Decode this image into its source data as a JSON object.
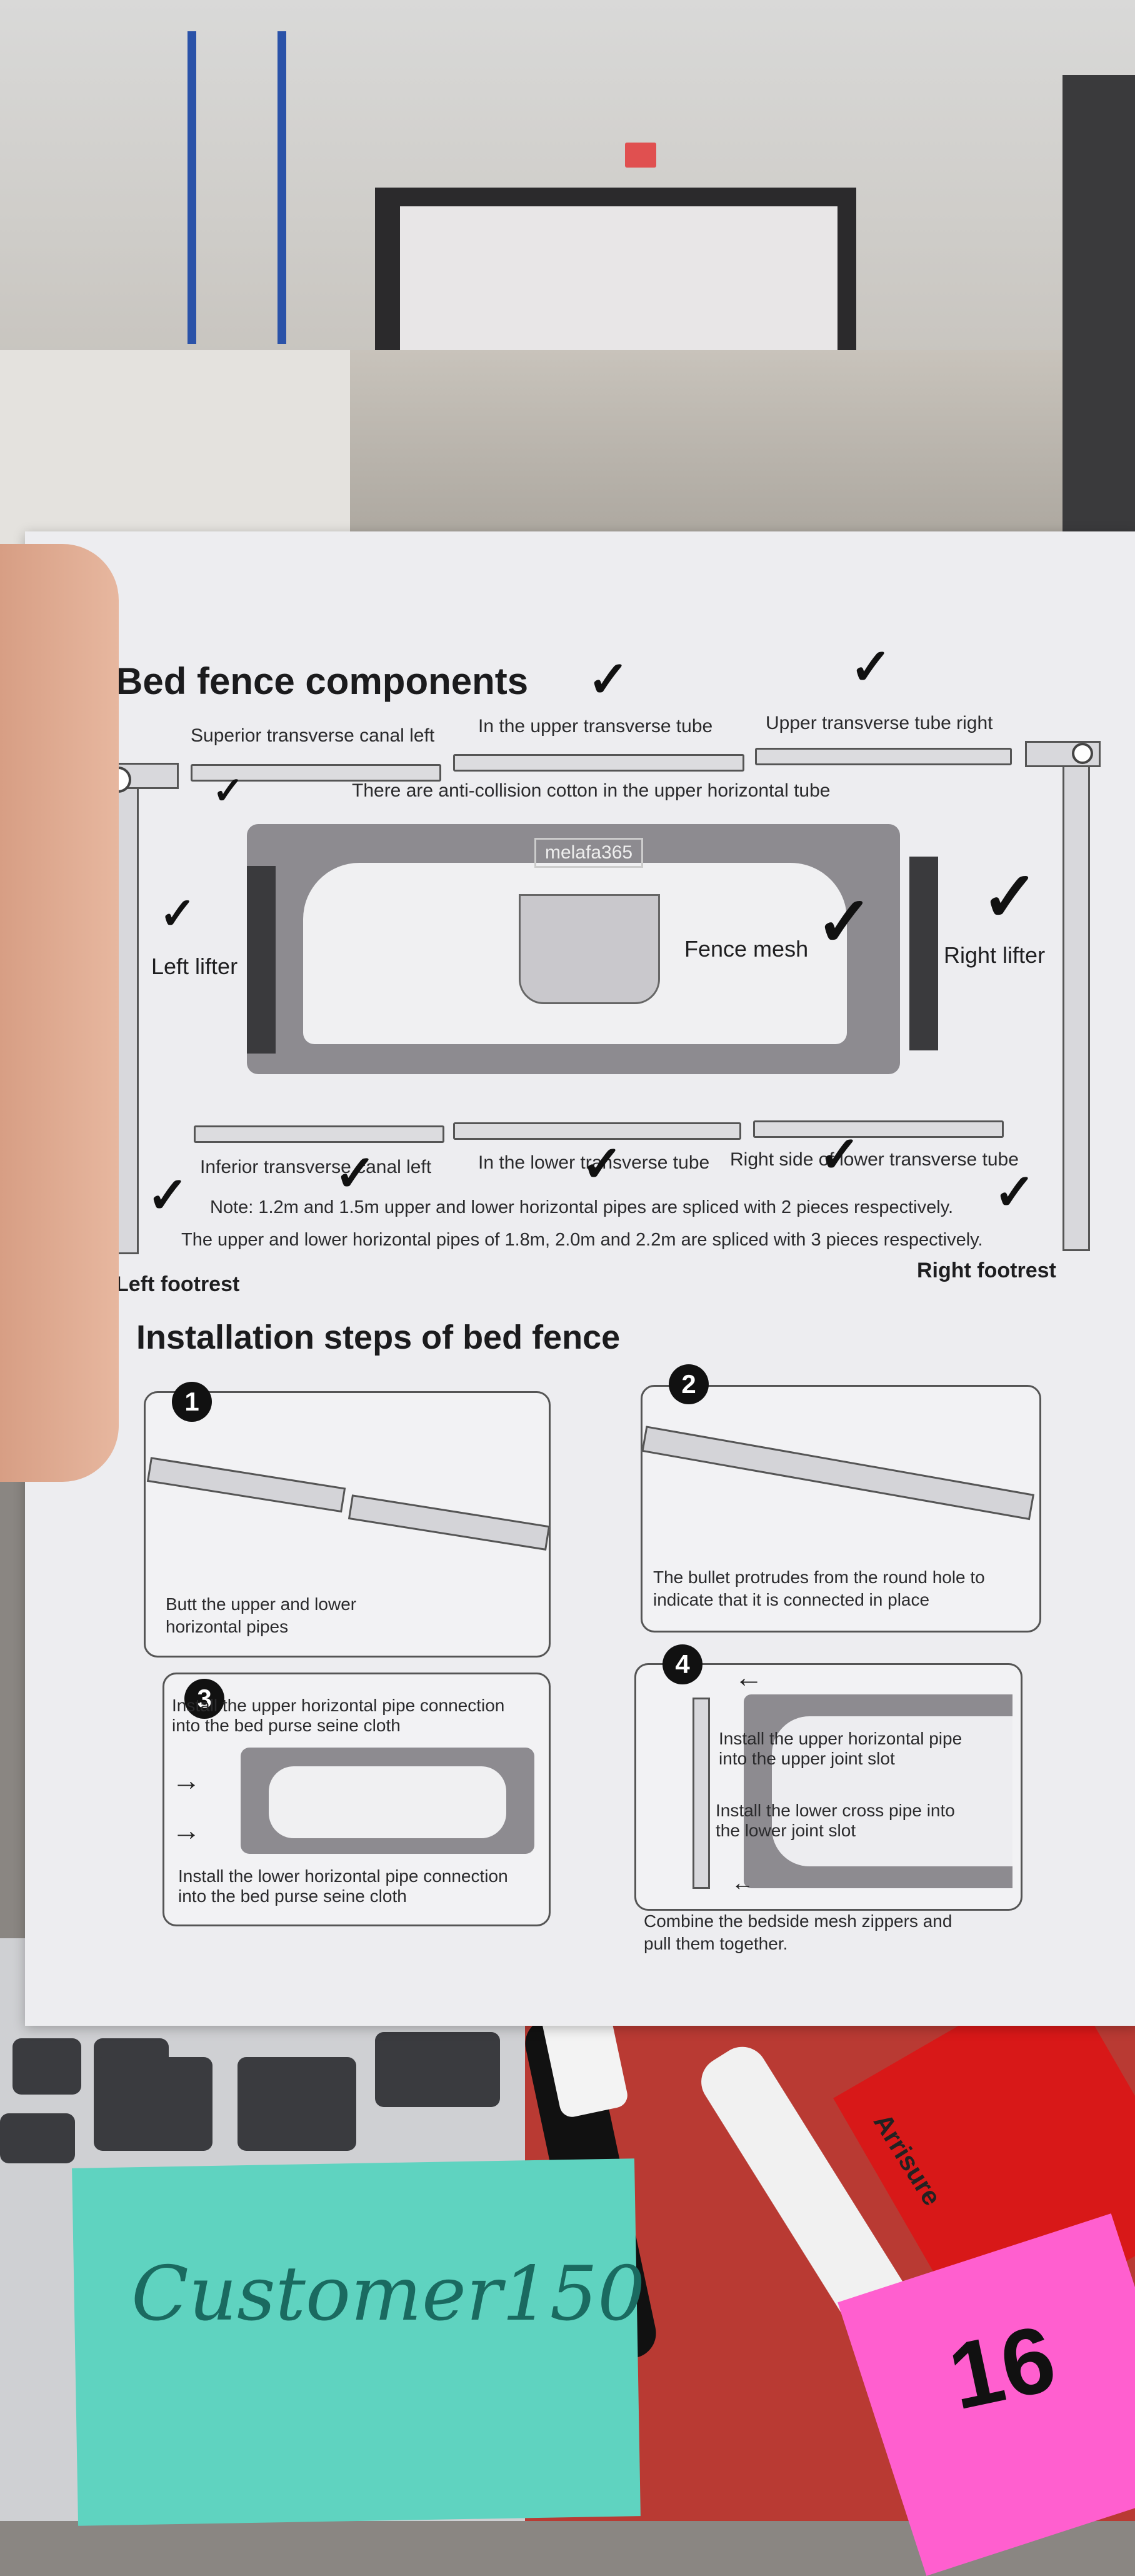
{
  "title": "Bed fence components",
  "brand": "melafa365",
  "labels": {
    "top_left_tube": "Superior transverse canal left",
    "top_middle_tube": "In the upper transverse tube",
    "top_right_tube": "Upper transverse tube right",
    "anti_collision": "There are anti-collision cotton in the upper horizontal tube",
    "left_lifter": "Left lifter",
    "fence_mesh": "Fence mesh",
    "right_lifter": "Right lifter",
    "bottom_left_tube": "Inferior transverse canal left",
    "bottom_middle_tube": "In the lower transverse tube",
    "bottom_right_tube": "Right side of lower transverse tube",
    "note1": "Note: 1.2m and 1.5m upper and lower horizontal pipes are spliced with 2 pieces respectively.",
    "note2": "The upper and lower horizontal pipes of 1.8m, 2.0m and 2.2m are spliced with 3 pieces respectively.",
    "left_footrest": "Left footrest",
    "right_footrest": "Right footrest"
  },
  "installation": {
    "title": "Installation steps of bed fence",
    "steps": [
      {
        "num": "1",
        "text": "Butt the upper and lower horizontal pipes"
      },
      {
        "num": "2",
        "text": "The bullet protrudes from the round hole to indicate that it is connected in place"
      },
      {
        "num": "3",
        "text_top": "Install the upper horizontal pipe connection into the bed purse seine cloth",
        "text_bottom": "Install the lower horizontal pipe connection into the bed purse seine cloth"
      },
      {
        "num": "4",
        "text_a": "Install the upper horizontal pipe into the upper joint slot",
        "text_b": "Install the lower cross pipe into the lower joint slot",
        "caption": "Combine the bedside mesh zippers and pull them together."
      }
    ]
  },
  "sticky_note": "Customer150",
  "pink_note": "16",
  "marker_brand": "Arrisure"
}
